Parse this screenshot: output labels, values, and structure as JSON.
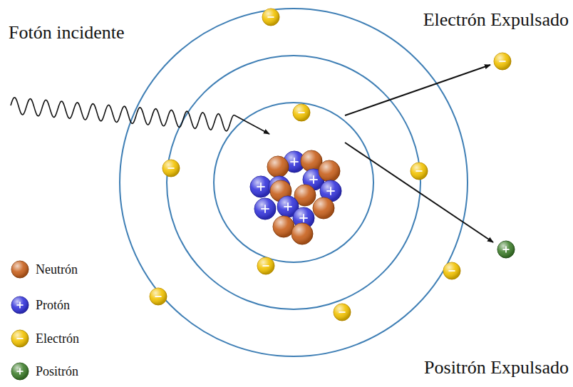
{
  "diagram": {
    "labels": [
      "Electrón Expulsado",
      "Fotón incidente",
      "Positrón Expulsado"
    ],
    "legend": [
      {
        "text": "Neutrón",
        "color": "#c8601c"
      },
      {
        "text": "Protón",
        "color": "#3434dc"
      },
      {
        "text": "Electrón",
        "color": "#f2c200"
      },
      {
        "text": "Positrón",
        "color": "#3f7f2c"
      }
    ]
  }
}
